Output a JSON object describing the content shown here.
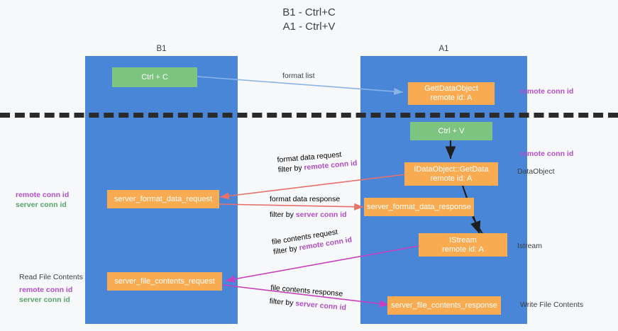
{
  "diagram": {
    "title_line1": "B1 - Ctrl+C",
    "title_line2": "A1 - Ctrl+V",
    "lanes": [
      {
        "id": "b1",
        "name": "B1",
        "role": "connection",
        "color": "#4a86d8"
      },
      {
        "id": "a1",
        "name": "A1",
        "role": "remote",
        "color": "#4a86d8"
      }
    ],
    "boxes": {
      "ctrl_c": "Ctrl + C",
      "get_idataobject_l1": "GetIDataObject",
      "get_idataobject_l2": "remote id: A",
      "ctrl_v": "Ctrl + V",
      "idataobject_getdata_l1": "IDataObject::GetData",
      "idataobject_getdata_l2": "remote id: A",
      "server_format_data_request": "server_format_data_request",
      "server_format_data_response": "server_format_data_response",
      "istream_l1": "IStream",
      "istream_l2": "remote id: A",
      "server_file_contents_request": "server_file_contents_request",
      "server_file_contents_response": "server_file_contents_response"
    },
    "edge_labels": {
      "format_list": "format list",
      "format_data_request": "format data request",
      "format_data_request_filter_prefix": "filter by ",
      "format_data_request_filter_key": "remote conn id",
      "format_data_response": "format data response",
      "format_data_response_filter_prefix": "filter by ",
      "format_data_response_filter_key": "server conn id",
      "file_contents_request": "file contents request",
      "file_contents_request_filter_prefix": "filter by ",
      "file_contents_request_filter_key": "remote conn id",
      "file_contents_response": "file contents response",
      "file_contents_response_filter_prefix": "filter by ",
      "file_contents_response_filter_key": "server conn id"
    },
    "side_labels": {
      "right_remote_conn_id_top": "remote conn id",
      "right_remote_conn_id_mid": "remote conn id",
      "right_dataobject": "DataObject",
      "right_istream": "Istream",
      "right_write_file_contents": "Write File Contents",
      "left_remote_conn_id_mid": "remote conn id",
      "left_server_conn_id_mid": "server conn id",
      "left_read_file_contents": "Read File Contents",
      "left_remote_conn_id_low": "remote conn id",
      "left_server_conn_id_low": "server conn id"
    },
    "colors": {
      "lane": "#4a86d8",
      "box_orange": "#f9ab51",
      "box_green": "#7cc47f",
      "purple": "#b14fc5",
      "green_text": "#5aa469",
      "arrow_blue": "#8ab4e8",
      "arrow_red": "#e8716a",
      "arrow_magenta": "#c83fc0",
      "arrow_dark": "#1f1f1f",
      "divider": "#2b2b2b"
    }
  }
}
